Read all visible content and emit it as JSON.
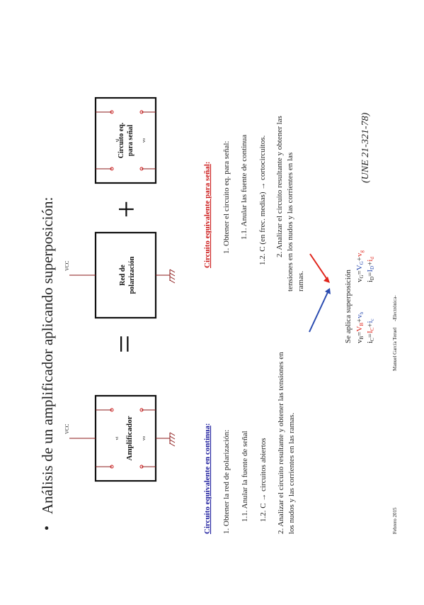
{
  "title": "Análisis de un amplificador aplicando superposición:",
  "bullet": "•",
  "blocks": {
    "amplificador": "Amplificador",
    "red_line1": "Red de",
    "red_line2": "polarización",
    "circuito_line1": "Circuito eq.",
    "circuito_line2": "para señal"
  },
  "labels": {
    "vcc": "VCC",
    "vi": "vi",
    "vo": "vo"
  },
  "operators": {
    "equals": "=",
    "plus": "+"
  },
  "continua": {
    "heading": "Circuito equivalente en continua",
    "heading_colon": ":",
    "items": [
      "1.  Obtener la red de polarización:",
      "1.1. Anular la fuente de señal",
      "1.2. C → circuitos abiertos",
      "2. Analizar el circuito resultante y obtener las tensiones en",
      "los nudos y las corrientes en las ramas."
    ]
  },
  "senal": {
    "heading": "Circuito equivalente para señal",
    "heading_colon": ":",
    "items": [
      "1. Obtener el circuito eq. para señal:",
      "1.1. Anular las fuente de continua",
      "1.2. C (en frec. medias) → cortocircuitos.",
      "2. Analizar el circuito resultante y obtener las",
      "tensiones en los nudos y las corrientes en las",
      "ramas."
    ]
  },
  "superposicion": {
    "text": "Se aplica superposición",
    "eq1": "vB=VB+vb",
    "eq2": "vG=VG+vg",
    "eq3": "iC=IC+ic",
    "eq4": "iD=ID+id"
  },
  "norm": "(UNE 21-321-78)",
  "footer": {
    "date": "Febrero 2015",
    "author": "Manuel García Teruel",
    "course": "-Electrónica-"
  },
  "colors": {
    "blue_heading": "#1f1f9e",
    "red_heading": "#cc1a1a",
    "wire": "#8b1a1a",
    "arrow_blue": "#2a4bb0",
    "arrow_red": "#e0261d",
    "eq_red": "#e0261d",
    "eq_blue": "#2a4bb0"
  }
}
